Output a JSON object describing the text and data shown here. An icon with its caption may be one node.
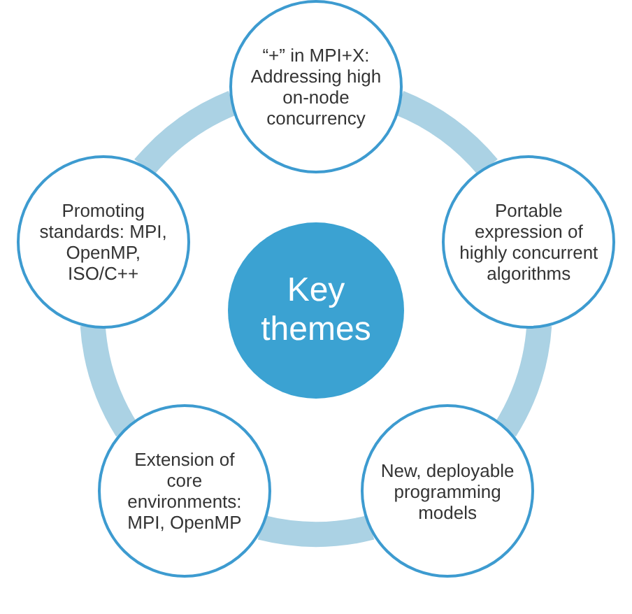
{
  "diagram": {
    "nodes": [
      {
        "text": [
          "“+” in MPI+X: Addressing high on-node concurrency"
        ]
      },
      {
        "text": [
          "Promoting standards: MPI, OpenMP, ISO/C++"
        ]
      },
      {
        "text": [
          "Key themes"
        ]
      },
      {
        "text": [
          "Portable expression of highly concurrent algorithms"
        ]
      },
      {
        "text": [
          "Extension of core environments: MPI, OpenMP"
        ]
      },
      {
        "text": [
          "New, deployable programming models"
        ]
      }
    ],
    "edges": [
      {
        "from": 0,
        "to": 3,
        "arrow": "none"
      },
      {
        "from": 3,
        "to": 5,
        "arrow": "none"
      },
      {
        "from": 5,
        "to": 4,
        "arrow": "none"
      },
      {
        "from": 4,
        "to": 1,
        "arrow": "none"
      },
      {
        "from": 1,
        "to": 0,
        "arrow": "none"
      }
    ]
  }
}
